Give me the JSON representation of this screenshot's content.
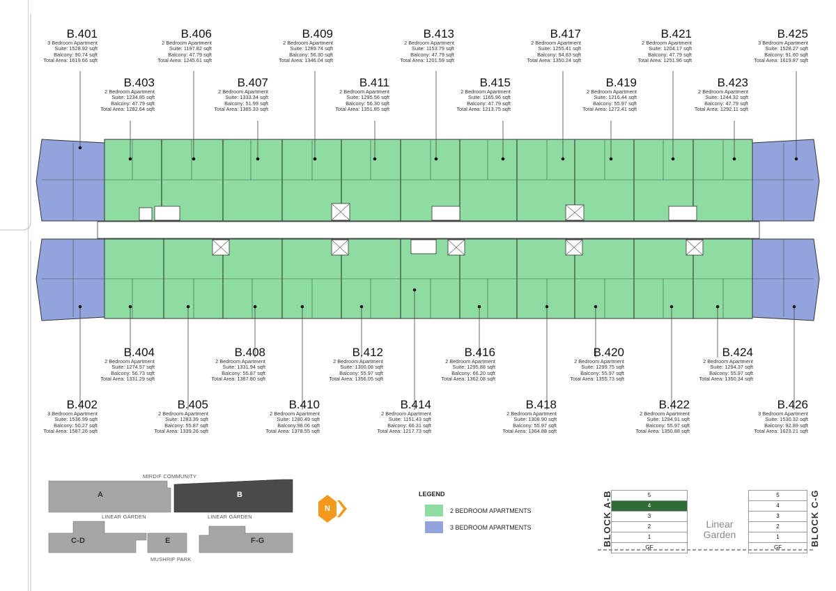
{
  "units_top_row1": [
    {
      "code": "B.401",
      "type": "3 Bedroom Apartment",
      "suite": "Suite: 1528.92 sqft",
      "balcony": "Balcony: 90.74 sqft",
      "total": "Total Area: 1619.66 sqft"
    },
    {
      "code": "B.406",
      "type": "2 Bedroom Apartment",
      "suite": "Suite: 1197.82 sqft",
      "balcony": "Balcony: 47.79 sqft",
      "total": "Total Area: 1245.61 sqft"
    },
    {
      "code": "B.409",
      "type": "2 Bedroom Apartment",
      "suite": "Suite: 1289.74 sqft",
      "balcony": "Balcony: 56.30 sqft",
      "total": "Total Area: 1346.04 sqft"
    },
    {
      "code": "B.413",
      "type": "2 Bedroom Apartment",
      "suite": "Suite: 1153.79 sqft",
      "balcony": "Balcony: 47.79 sqft",
      "total": "Total Area: 1201.59 sqft"
    },
    {
      "code": "B.417",
      "type": "2 Bedroom Apartment",
      "suite": "Suite: 1255.41 sqft",
      "balcony": "Balcony: 94.83 sqft",
      "total": "Total Area: 1350.24 sqft"
    },
    {
      "code": "B.421",
      "type": "2 Bedroom Apartment",
      "suite": "Suite: 1204.17 sqft",
      "balcony": "Balcony: 47.79 sqft",
      "total": "Total Area: 1251.96 sqft"
    },
    {
      "code": "B.425",
      "type": "3 Bedroom Apartment",
      "suite": "Suite: 1528.27 sqft",
      "balcony": "Balcony: 91.60 sqft",
      "total": "Total Area: 1619.87 sqft"
    }
  ],
  "units_top_row2": [
    {
      "code": "B.403",
      "type": "2 Bedroom Apartment",
      "suite": "Suite: 1234.85 sqft",
      "balcony": "Balcony: 47.79 sqft",
      "total": "Total Area: 1282.64 sqft"
    },
    {
      "code": "B.407",
      "type": "2 Bedroom Apartment",
      "suite": "Suite: 1333.34 sqft",
      "balcony": "Balcony: 51.99 sqft",
      "total": "Total Area: 1385.33 sqft"
    },
    {
      "code": "B.411",
      "type": "2 Bedroom Apartment",
      "suite": "Suite: 1295.56 sqft",
      "balcony": "Balcony: 56.30 sqft",
      "total": "Total Area: 1351.85 sqft"
    },
    {
      "code": "B.415",
      "type": "2 Bedroom Apartment",
      "suite": "Suite: 1165.96 sqft",
      "balcony": "Balcony: 47.79 sqft",
      "total": "Total Area: 1213.75 sqft"
    },
    {
      "code": "B.419",
      "type": "2 Bedroom Apartment",
      "suite": "Suite: 1216.44 sqft",
      "balcony": "Balcony: 55.97 sqft",
      "total": "Total Area: 1272.41 sqft"
    },
    {
      "code": "B.423",
      "type": "2 Bedroom Apartment",
      "suite": "Suite: 1244.32 sqft",
      "balcony": "Balcony: 47.79 sqft",
      "total": "Total Area: 1292.11 sqft"
    }
  ],
  "units_bottom_row1": [
    {
      "code": "B.404",
      "type": "2 Bedroom Apartment",
      "suite": "Suite: 1274.57 sqft",
      "balcony": "Balcony: 56.73 sqft",
      "total": "Total Area: 1331.29 sqft"
    },
    {
      "code": "B.408",
      "type": "2 Bedroom Apartment",
      "suite": "Suite: 1331.94 sqft",
      "balcony": "Balcony: 55.87 sqft",
      "total": "Total Area: 1387.80 sqft"
    },
    {
      "code": "B.412",
      "type": "2 Bedroom Apartment",
      "suite": "Suite: 1300.08 sqft",
      "balcony": "Balcony: 55.97 sqft",
      "total": "Total Area: 1356.05 sqft"
    },
    {
      "code": "B.416",
      "type": "2 Bedroom Apartment",
      "suite": "Suite: 1295.88 sqft",
      "balcony": "Balcony: 66.20 sqft",
      "total": "Total Area: 1362.08 sqft"
    },
    {
      "code": "B.420",
      "type": "2 Bedroom Apartment",
      "suite": "Suite: 1299.75 sqft",
      "balcony": "Balcony: 55.97 sqft",
      "total": "Total Area: 1355.73 sqft"
    },
    {
      "code": "B.424",
      "type": "2 Bedroom Apartment",
      "suite": "Suite: 1294.37 sqft",
      "balcony": "Balcony: 55.97 sqft",
      "total": "Total Area: 1350.34 sqft"
    }
  ],
  "units_bottom_row2": [
    {
      "code": "B.402",
      "type": "3 Bedroom Apartment",
      "suite": "Suite: 1536.99 sqft",
      "balcony": "Balcony: 50.27 sqft",
      "total": "Total Area: 1587.26 sqft"
    },
    {
      "code": "B.405",
      "type": "2 Bedroom Apartment",
      "suite": "Suite: 1283.39 sqft",
      "balcony": "Balcony: 55.87 sqft",
      "total": "Total Area: 1339.26 sqft"
    },
    {
      "code": "B.410",
      "type": "2 Bedroom Apartment",
      "suite": "Suite: 1280.49 sqft",
      "balcony": "Balcony:98.06 sqft",
      "total": "Total Area: 1378.55 sqft"
    },
    {
      "code": "B.414",
      "type": "2 Bedroom Apartment",
      "suite": "Suite: 1151.43 sqft",
      "balcony": "Balcony: 66.31 sqft",
      "total": "Total Area: 1217.73 sqft"
    },
    {
      "code": "B.418",
      "type": "2 Bedroom Apartment",
      "suite": "Suite: 1308.90 sqft",
      "balcony": "Balcony: 55.97 sqft",
      "total": "Total Area: 1364.88 sqft"
    },
    {
      "code": "B.422",
      "type": "2 Bedroom Apartment",
      "suite": "Suite: 1294.91 sqft",
      "balcony": "Balcony: 55.97 sqft",
      "total": "Total Area: 1350.88 sqft"
    },
    {
      "code": "B.426",
      "type": "3 Bedroom Apartment",
      "suite": "Suite: 1530.32 sqft",
      "balcony": "Balcony: 92.89 sqft",
      "total": "Total Area: 1623.21 sqft"
    }
  ],
  "colors": {
    "two_bed": "#8fdca3",
    "three_bed": "#93a3dc",
    "active_floor": "#2f6b35",
    "keymap_gray": "#a6a6a6",
    "keymap_dark": "#4a4a4a",
    "north": "#f39a1e"
  },
  "keymap": {
    "top_label": "MIRDIF COMMUNITY",
    "mid_label_left": "LINEAR GARDEN",
    "mid_label_right": "LINEAR GARDEN",
    "bottom_label": "MUSHRIF PARK",
    "blocks": {
      "a": "A",
      "b": "B",
      "cd": "C-D",
      "e": "E",
      "fg": "F-G"
    },
    "north": "N"
  },
  "legend": {
    "title": "LEGEND",
    "items": [
      {
        "label": "2 BEDROOM APARTMENTS",
        "color": "#8fdca3"
      },
      {
        "label": "3 BEDROOM APARTMENTS",
        "color": "#93a3dc"
      }
    ]
  },
  "floors": {
    "left_block": "BLOCK A-B",
    "right_block": "BLOCK C-G",
    "left_levels": [
      "5",
      "4",
      "3",
      "2",
      "1",
      "GF"
    ],
    "right_levels": [
      "5",
      "4",
      "3",
      "2",
      "1",
      "GF"
    ],
    "active": "4",
    "garden": "Linear Garden"
  }
}
